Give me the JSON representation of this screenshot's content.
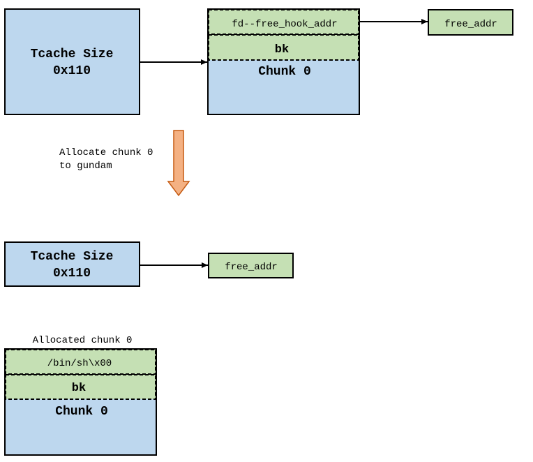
{
  "colors": {
    "blue_fill": "#bdd7ee",
    "green_fill": "#c5e0b4",
    "arrow_fill": "#f4b183",
    "arrow_stroke": "#c55a11",
    "stroke": "#000000"
  },
  "top": {
    "tcache": {
      "line1": "Tcache Size",
      "line2": "0x110"
    },
    "chunk": {
      "fd": "fd--free_hook_addr",
      "bk": "bk",
      "label": "Chunk 0"
    },
    "free_addr": "free_addr"
  },
  "transition": {
    "line1": "Allocate chunk 0",
    "line2": "to gundam"
  },
  "bottom": {
    "tcache": {
      "line1": "Tcache Size",
      "line2": "0x110"
    },
    "free_addr": "free_addr",
    "allocated_caption": "Allocated chunk 0",
    "chunk": {
      "data": "/bin/sh\\x00",
      "bk": "bk",
      "label": "Chunk 0"
    }
  }
}
